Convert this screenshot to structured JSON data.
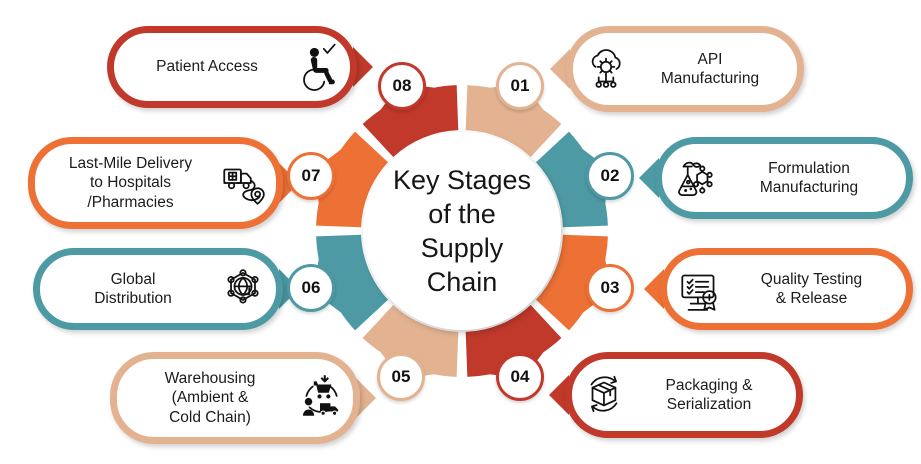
{
  "title": "Key Stages of the Supply Chain",
  "center": {
    "text": "Key Stages\nof the\nSupply\nChain"
  },
  "colors": {
    "red": "#c0392b",
    "tan": "#e3b391",
    "teal": "#4d9aa5",
    "orange": "#ed7135",
    "background": "#ffffff",
    "card_fill": "#ffffff",
    "text": "#1b1b1b"
  },
  "stages": [
    {
      "number": "01",
      "label": "API\nManufacturing",
      "color": "#e3b391",
      "icon": "cloud-gear-icon",
      "side": "right"
    },
    {
      "number": "02",
      "label": "Formulation\nManufacturing",
      "color": "#4d9aa5",
      "icon": "flask-molecule-icon",
      "side": "right"
    },
    {
      "number": "03",
      "label": "Quality Testing\n& Release",
      "color": "#ed7135",
      "icon": "monitor-checklist-award-icon",
      "side": "right"
    },
    {
      "number": "04",
      "label": "Packaging &\nSerialization",
      "color": "#c0392b",
      "icon": "box-refresh-icon",
      "side": "right"
    },
    {
      "number": "05",
      "label": "Warehousing\n(Ambient &\nCold Chain)",
      "color": "#e3b391",
      "icon": "cart-person-truck-icon",
      "side": "left"
    },
    {
      "number": "06",
      "label": "Global\nDistribution",
      "color": "#4d9aa5",
      "icon": "globe-network-icon",
      "side": "left"
    },
    {
      "number": "07",
      "label": "Last-Mile Delivery\nto Hospitals\n/Pharmacies",
      "color": "#ed7135",
      "icon": "truck-route-pin-icon",
      "side": "left"
    },
    {
      "number": "08",
      "label": "Patient Access",
      "color": "#c0392b",
      "icon": "wheelchair-check-icon",
      "side": "left"
    }
  ]
}
